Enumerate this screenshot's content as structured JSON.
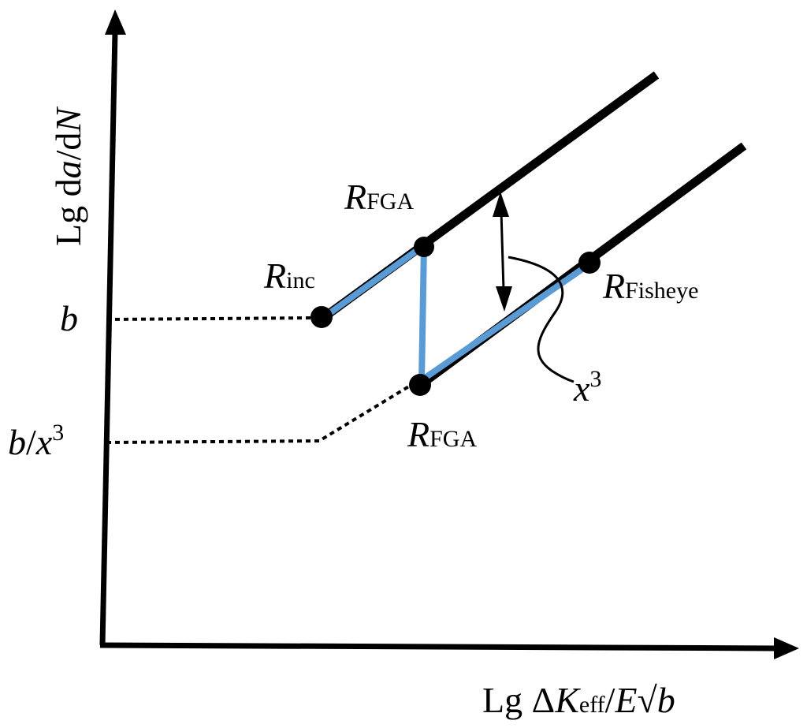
{
  "axes": {
    "y_label_prefix": "Lg d",
    "y_label_a": "a",
    "y_label_sep": "/d",
    "y_label_N": "N",
    "x_label_prefix": "Lg Δ",
    "x_label_K": "K",
    "x_label_sub": "eff",
    "x_label_sep": "/",
    "x_label_E": "E",
    "x_label_root": "√",
    "x_label_b": "b"
  },
  "ticks": {
    "b": "b",
    "b_over_x3_b": "b",
    "b_over_x3_sep": "/",
    "b_over_x3_x": "x",
    "b_over_x3_exp": "3"
  },
  "points": {
    "r_inc": {
      "main": "R",
      "sub": "inc"
    },
    "r_fga_top": {
      "main": "R",
      "sub": "FGA"
    },
    "r_fga_bottom": {
      "main": "R",
      "sub": "FGA"
    },
    "r_fisheye": {
      "main": "R",
      "sub": "Fisheye"
    }
  },
  "annotation": {
    "x": "x",
    "exp": "3"
  },
  "colors": {
    "path": "#5b9bd5",
    "lines": "#000000"
  }
}
